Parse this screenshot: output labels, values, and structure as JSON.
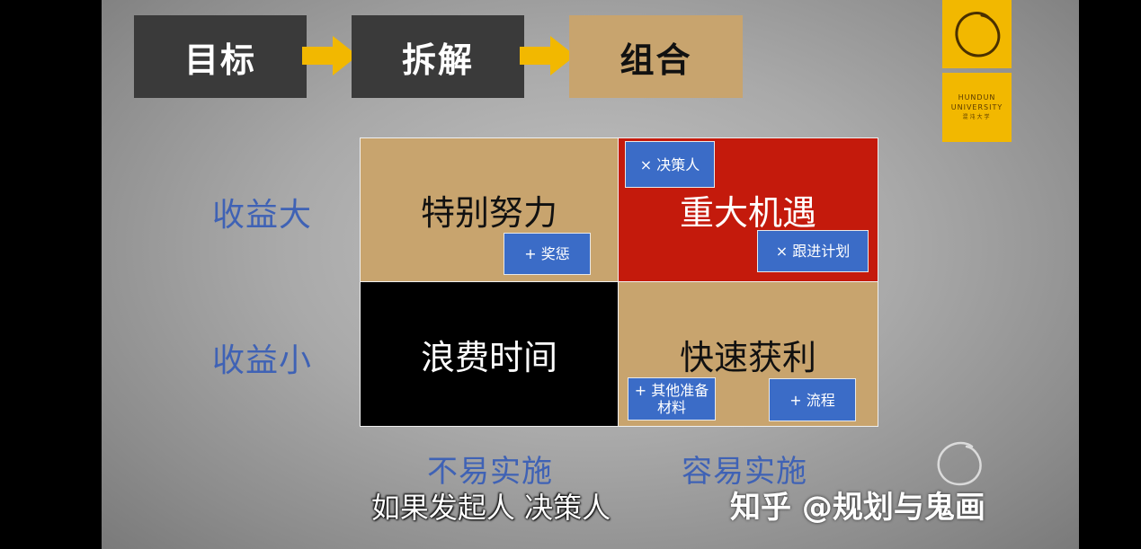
{
  "flow": {
    "steps": [
      {
        "label": "目标"
      },
      {
        "label": "拆解"
      },
      {
        "label": "组合"
      }
    ]
  },
  "logo": {
    "line1": "HUNDUN",
    "line2": "UNIVERSITY",
    "line3": "混沌大学"
  },
  "matrix": {
    "rows": [
      "收益大",
      "收益小"
    ],
    "columns": [
      "不易实施",
      "容易实施"
    ],
    "quadrants": {
      "top_left": "特别努力",
      "top_right": "重大机遇",
      "bottom_left": "浪费时间",
      "bottom_right": "快速获利"
    },
    "tags": {
      "reward": "+ 奖惩",
      "decider": "× 决策人",
      "follow_up": "× 跟进计划",
      "other_line1": "+ 其他准备",
      "other_line2": "材料",
      "process": "+ 流程"
    }
  },
  "subtitle": "如果发起人 决策人",
  "watermark": "知乎 @规划与鬼画",
  "colors": {
    "dark_box": "#3a3a3a",
    "tan": "#c8a46e",
    "red": "#c41a0c",
    "blue_tag": "#3b6cc7",
    "label_blue": "#3f62b5",
    "arrow": "#f2b800"
  }
}
